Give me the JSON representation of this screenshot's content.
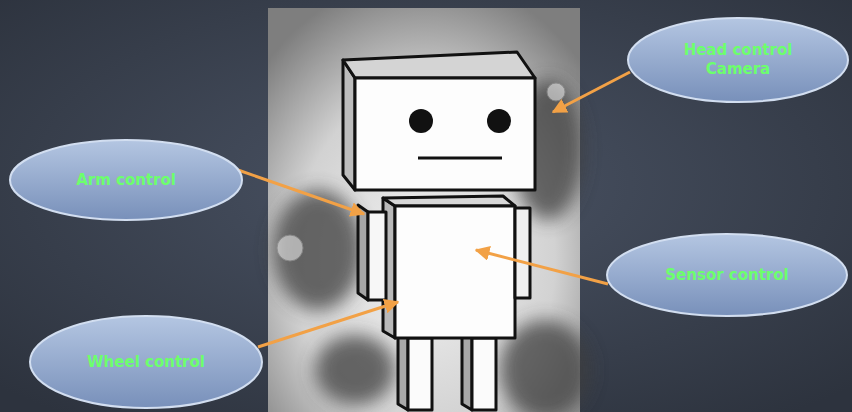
{
  "diagram": {
    "nodes": [
      {
        "text": [
          "Head control Camera"
        ]
      },
      {
        "text": [
          "Arm control"
        ]
      },
      {
        "text": [
          "Sensor control"
        ]
      },
      {
        "text": [
          "Wheel control"
        ]
      }
    ]
  }
}
